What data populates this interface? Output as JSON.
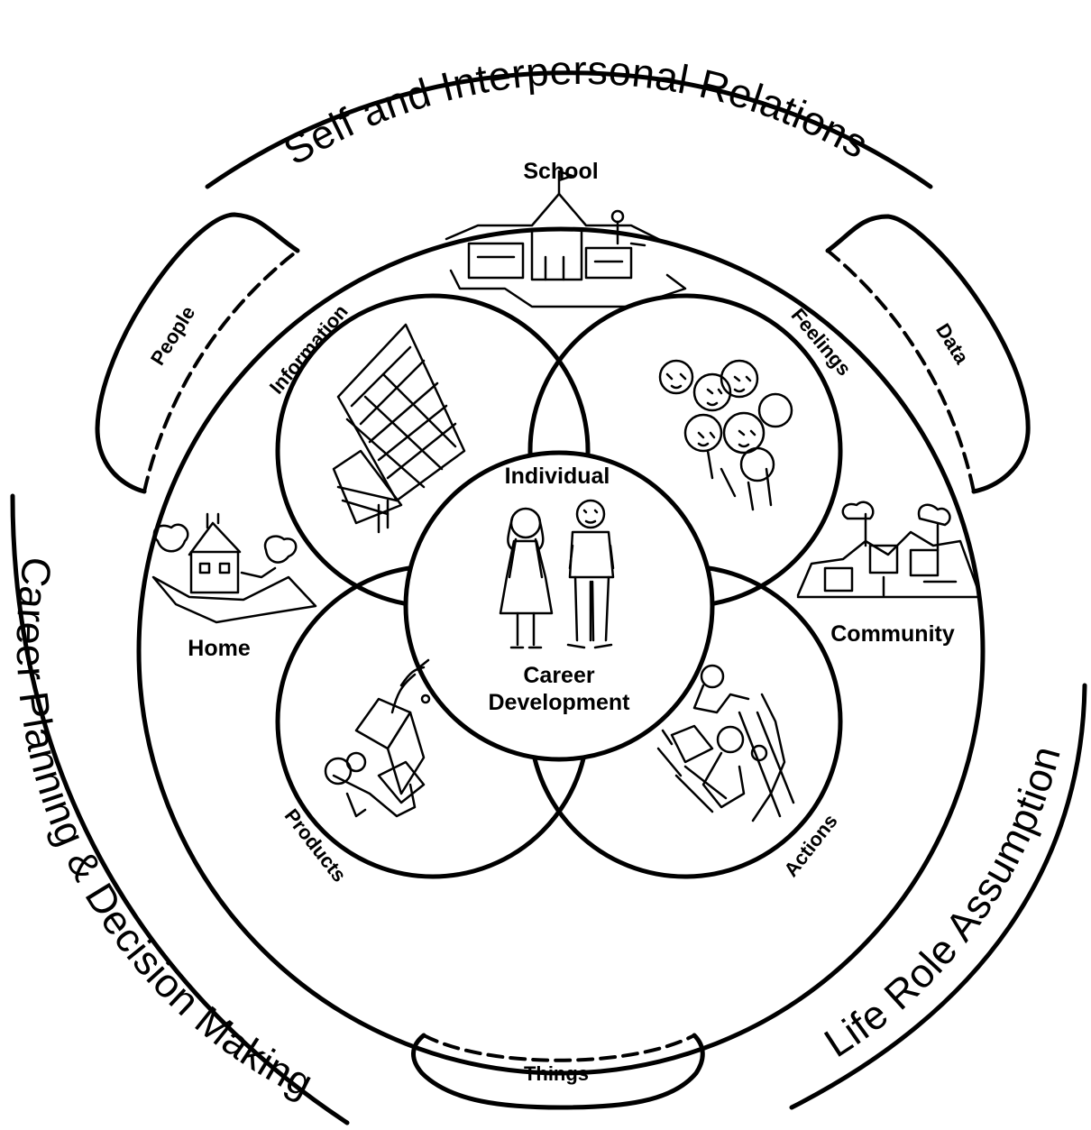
{
  "outer_labels": {
    "top": "Self and Interpersonal Relations",
    "left": "Career Planning & Decision Making",
    "right": "Life Role Assumption"
  },
  "band_labels": {
    "people": "People",
    "data": "Data",
    "things": "Things"
  },
  "settings": {
    "school": "School",
    "home": "Home",
    "community": "Community"
  },
  "petals": {
    "information": "Information",
    "feelings": "Feelings",
    "products": "Products",
    "actions": "Actions"
  },
  "center": {
    "title": "Individual",
    "line1": "Career",
    "line2": "Development"
  },
  "illustrations": [
    "school-building-icon",
    "house-icon",
    "community-town-icon",
    "map-papers-icon",
    "faces-group-icon",
    "handmade-products-icon",
    "children-playing-icon",
    "girl-and-boy-icon"
  ]
}
